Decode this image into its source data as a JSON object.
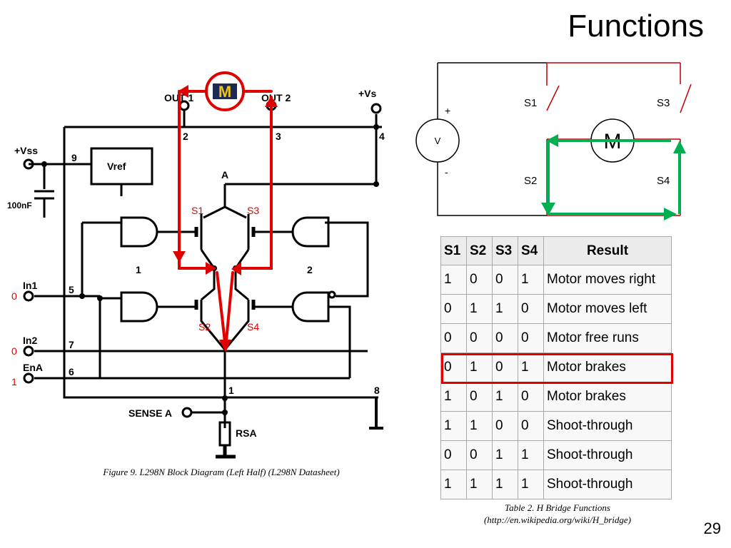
{
  "slide": {
    "title": "Functions",
    "page_number": "29"
  },
  "block_diagram": {
    "caption": "Figure 9. L298N Block Diagram (Left Half) (L298N Datasheet)",
    "pins": {
      "out1": "OUT 1",
      "out2": "OUT 2",
      "vs": "+Vs",
      "vss": "+Vss",
      "vref": "Vref",
      "cap": "100nF",
      "in1": "In1",
      "in2": "In2",
      "ena": "EnA",
      "sense": "SENSE A",
      "rsa": "RSA",
      "node_a": "A",
      "gate1": "1",
      "gate2": "2",
      "pin_nums": [
        "9",
        "5",
        "7",
        "6",
        "2",
        "3",
        "4",
        "1",
        "8"
      ]
    },
    "switch_labels": [
      "S1",
      "S3",
      "S2",
      "S4"
    ],
    "input_values": {
      "in1": "0",
      "in2": "0",
      "ena": "1"
    },
    "motor_logo": "M"
  },
  "hbridge_diagram": {
    "switches": [
      "S1",
      "S3",
      "S2",
      "S4"
    ],
    "source": "V",
    "plus": "+",
    "minus": "-",
    "motor": "M"
  },
  "table": {
    "caption_line1": "Table 2. H Bridge Functions",
    "caption_line2": "(http://en.wikipedia.org/wiki/H_bridge)",
    "headers": [
      "S1",
      "S2",
      "S3",
      "S4",
      "Result"
    ],
    "rows": [
      [
        "1",
        "0",
        "0",
        "1",
        "Motor moves right"
      ],
      [
        "0",
        "1",
        "1",
        "0",
        "Motor moves left"
      ],
      [
        "0",
        "0",
        "0",
        "0",
        "Motor free runs"
      ],
      [
        "0",
        "1",
        "0",
        "1",
        "Motor brakes"
      ],
      [
        "1",
        "0",
        "1",
        "0",
        "Motor brakes"
      ],
      [
        "1",
        "1",
        "0",
        "0",
        "Shoot-through"
      ],
      [
        "0",
        "0",
        "1",
        "1",
        "Shoot-through"
      ],
      [
        "1",
        "1",
        "1",
        "1",
        "Shoot-through"
      ]
    ],
    "highlighted_row": 3
  },
  "colors": {
    "red": "#e00000",
    "green": "#00b050",
    "logo_yellow": "#f2c316"
  }
}
